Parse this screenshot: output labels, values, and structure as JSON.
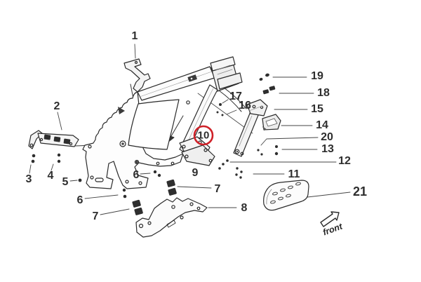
{
  "figure": {
    "highlighted_callout": "10",
    "front_label": "front"
  },
  "colors": {
    "background": "#ffffff",
    "ink": "#2b2b2b",
    "highlight": "#cf2128"
  },
  "callouts": {
    "c1": "1",
    "c2": "2",
    "c3": "3",
    "c4": "4",
    "c5": "5",
    "c6a": "6",
    "c6b": "6",
    "c7a": "7",
    "c7b": "7",
    "c8": "8",
    "c9": "9",
    "c10": "10",
    "c11": "11",
    "c12": "12",
    "c13": "13",
    "c14": "14",
    "c15": "15",
    "c16": "16",
    "c17": "17",
    "c18": "18",
    "c19": "19",
    "c20": "20",
    "c21": "21"
  }
}
